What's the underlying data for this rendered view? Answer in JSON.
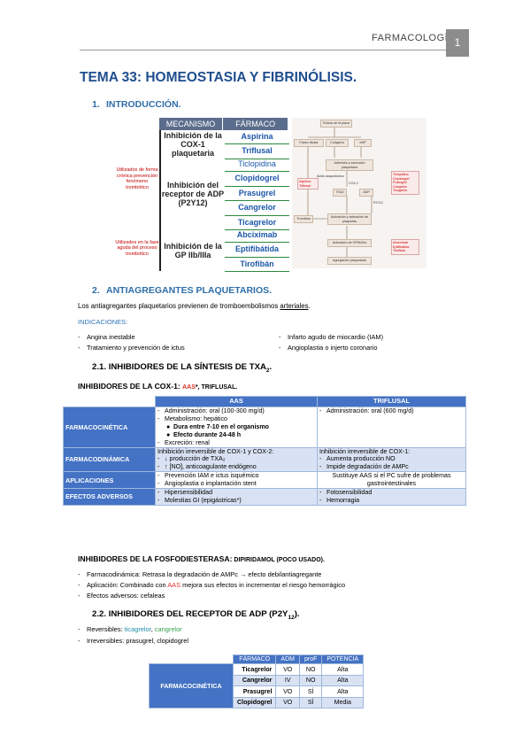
{
  "header": {
    "label": "FARMACOLOGÍA",
    "page": "1"
  },
  "title": "TEMA 33: HOMEOSTASIA Y FIBRINÓLISIS.",
  "sec1": {
    "num": "1.",
    "label": "INTRODUCCIÓN."
  },
  "mech_table": {
    "col1": "MECANISMO",
    "col2": "FÁRMACO",
    "side1": "Utilizados de forma crónica prevención fenómeno trombótico",
    "side2": "Utilizados en la fase aguda del proceso trombótico",
    "rows": [
      {
        "mech": "Inhibición de la COX-1 plaquetaria",
        "drugs": [
          "Aspirina",
          "Triflusal"
        ]
      },
      {
        "mech": "Inhibición del receptor de ADP (P2Y12)",
        "drugs": [
          "Ticlopidina",
          "Clopidogrel",
          "Prasugrel",
          "Cangrelor",
          "Ticagrelor"
        ]
      },
      {
        "mech": "Inhibición de la GP IIb/IIIa",
        "drugs": [
          "Abciximab",
          "Eptifibátida",
          "Tirofibán"
        ]
      }
    ]
  },
  "flow": {
    "boxes": [
      "Rotura de la placa",
      "Factor tisular",
      "Colágeno",
      "vWF",
      "Trombina",
      "TXA2",
      "ADP",
      "Adhesión y secreción plaquetaria",
      "Activación y activación de plaquetas",
      "Activación de GPIIb/IIIa",
      "Agregación plaquetaria"
    ],
    "drugs": [
      "Aspirina Triflusal",
      "Ticlopidina Clopidogrel Prasugrel Cangrelor Ticagrelor",
      "Abciximab Eptifibátida Tirofibán"
    ],
    "labels": [
      "Ácido araquidónico",
      "COX-1",
      "P2Y12"
    ]
  },
  "sec2": {
    "num": "2.",
    "label": "ANTIAGREGANTES PLAQUETARIOS."
  },
  "intro": {
    "pre": "Los antiagregantes plaquetarios previenen de tromboembolismos ",
    "u": "arteriales",
    "post": "."
  },
  "indicaciones": {
    "label": "INDICACIONES:",
    "left": [
      "Angina inestable",
      "Tratamiento y prevención de ictus"
    ],
    "right": [
      "Infarto agudo de miocardio (IAM)",
      "Angioplastia o injerto coronario"
    ]
  },
  "sub21": {
    "num": "2.1.",
    "label": "INHIBIDORES DE LA SÍNTESIS DE TXA",
    "sub": "2",
    "end": "."
  },
  "cox_head": {
    "pre": "INHIBIDORES DE LA COX-1: ",
    "aas": "AAS",
    "post": "*, TRIFLUSAL."
  },
  "cox_table": {
    "col_aas": "AAS",
    "col_trif": "TRIFLUSAL",
    "rows": [
      {
        "label": "FARMACOCINÉTICA",
        "aas": [
          "Administración: oral (100-300 mg/d)",
          "Metabolismo: hepático",
          "Dura entre 7-10 en el organismo",
          "Efecto durante 24-48 h",
          "Excreción: renal"
        ],
        "trif": [
          "Administración: oral (600 mg/d)"
        ]
      },
      {
        "label": "FARMACODINÁMICA",
        "aas": [
          "Inhibición irreversible de COX-1 y COX-2:",
          "↓ producción de TXA₂",
          "↑ [NO], anticoagulante endógeno"
        ],
        "trif": [
          "Inhibición irreversible de COX-1:",
          "Aumenta producción NO",
          "Impide degradación de AMPc"
        ]
      },
      {
        "label": "APLICACIONES",
        "aas": [
          "Prevención IAM e ictus isquémico",
          "Angioplastia o implantación stent"
        ],
        "trif": [
          "Sustituye AAS si el PC sufre de problemas gastrointestinales"
        ]
      },
      {
        "label": "EFECTOS ADVERSOS",
        "aas": [
          "Hipersensibilidad",
          "Molestias GI (epigástricas*)"
        ],
        "trif": [
          "Fotosensibilidad",
          "Hemorragia"
        ]
      }
    ]
  },
  "pde": {
    "head": "INHIBIDORES DE LA FOSFODIESTERASA:",
    "head_small": " DIPIRIDAMOL (POCO USADO).",
    "items": [
      {
        "pre": "Farmacodinámica: Retrasa la degradación de AMPc → efecto debilantiagregante",
        "aas": "",
        "post": ""
      },
      {
        "pre": "Aplicación: Combinado con ",
        "aas": "AAS",
        "post": " mejora sus efectos in incrementar el riesgo hemorrágico"
      },
      {
        "pre": "Efectos adversos: cefaleas",
        "aas": "",
        "post": ""
      }
    ]
  },
  "sub22": {
    "num": "2.2.",
    "label": "INHIBIDORES DEL RECEPTOR DE ADP (P2Y",
    "sub": "12",
    "end": ")."
  },
  "p2y12": {
    "rev_label": "Reversibles: ",
    "rev_a": "ticagrelor",
    "rev_sep": ", ",
    "rev_b": "cangrelor",
    "irrev": "Irreversibles: prasugrel, clopidogrel"
  },
  "p2_table": {
    "headers": [
      "FÁRMACO",
      "ADM",
      "proF",
      "POTENCIA"
    ],
    "label": "FARMACOCINÉTICA",
    "rows": [
      [
        "Ticagrelor",
        "VO",
        "NO",
        "Alta"
      ],
      [
        "Cangrelor",
        "IV",
        "NO",
        "Alta"
      ],
      [
        "Prasugrel",
        "VO",
        "SÍ",
        "Alta"
      ],
      [
        "Clopidogrel",
        "VO",
        "SÍ",
        "Media"
      ]
    ]
  },
  "colors": {
    "title": "#1f4e8f",
    "section": "#2e6ea8",
    "table_header": "#4472c4",
    "table_alt": "#d9e2f3",
    "aas": "#e0322c"
  }
}
